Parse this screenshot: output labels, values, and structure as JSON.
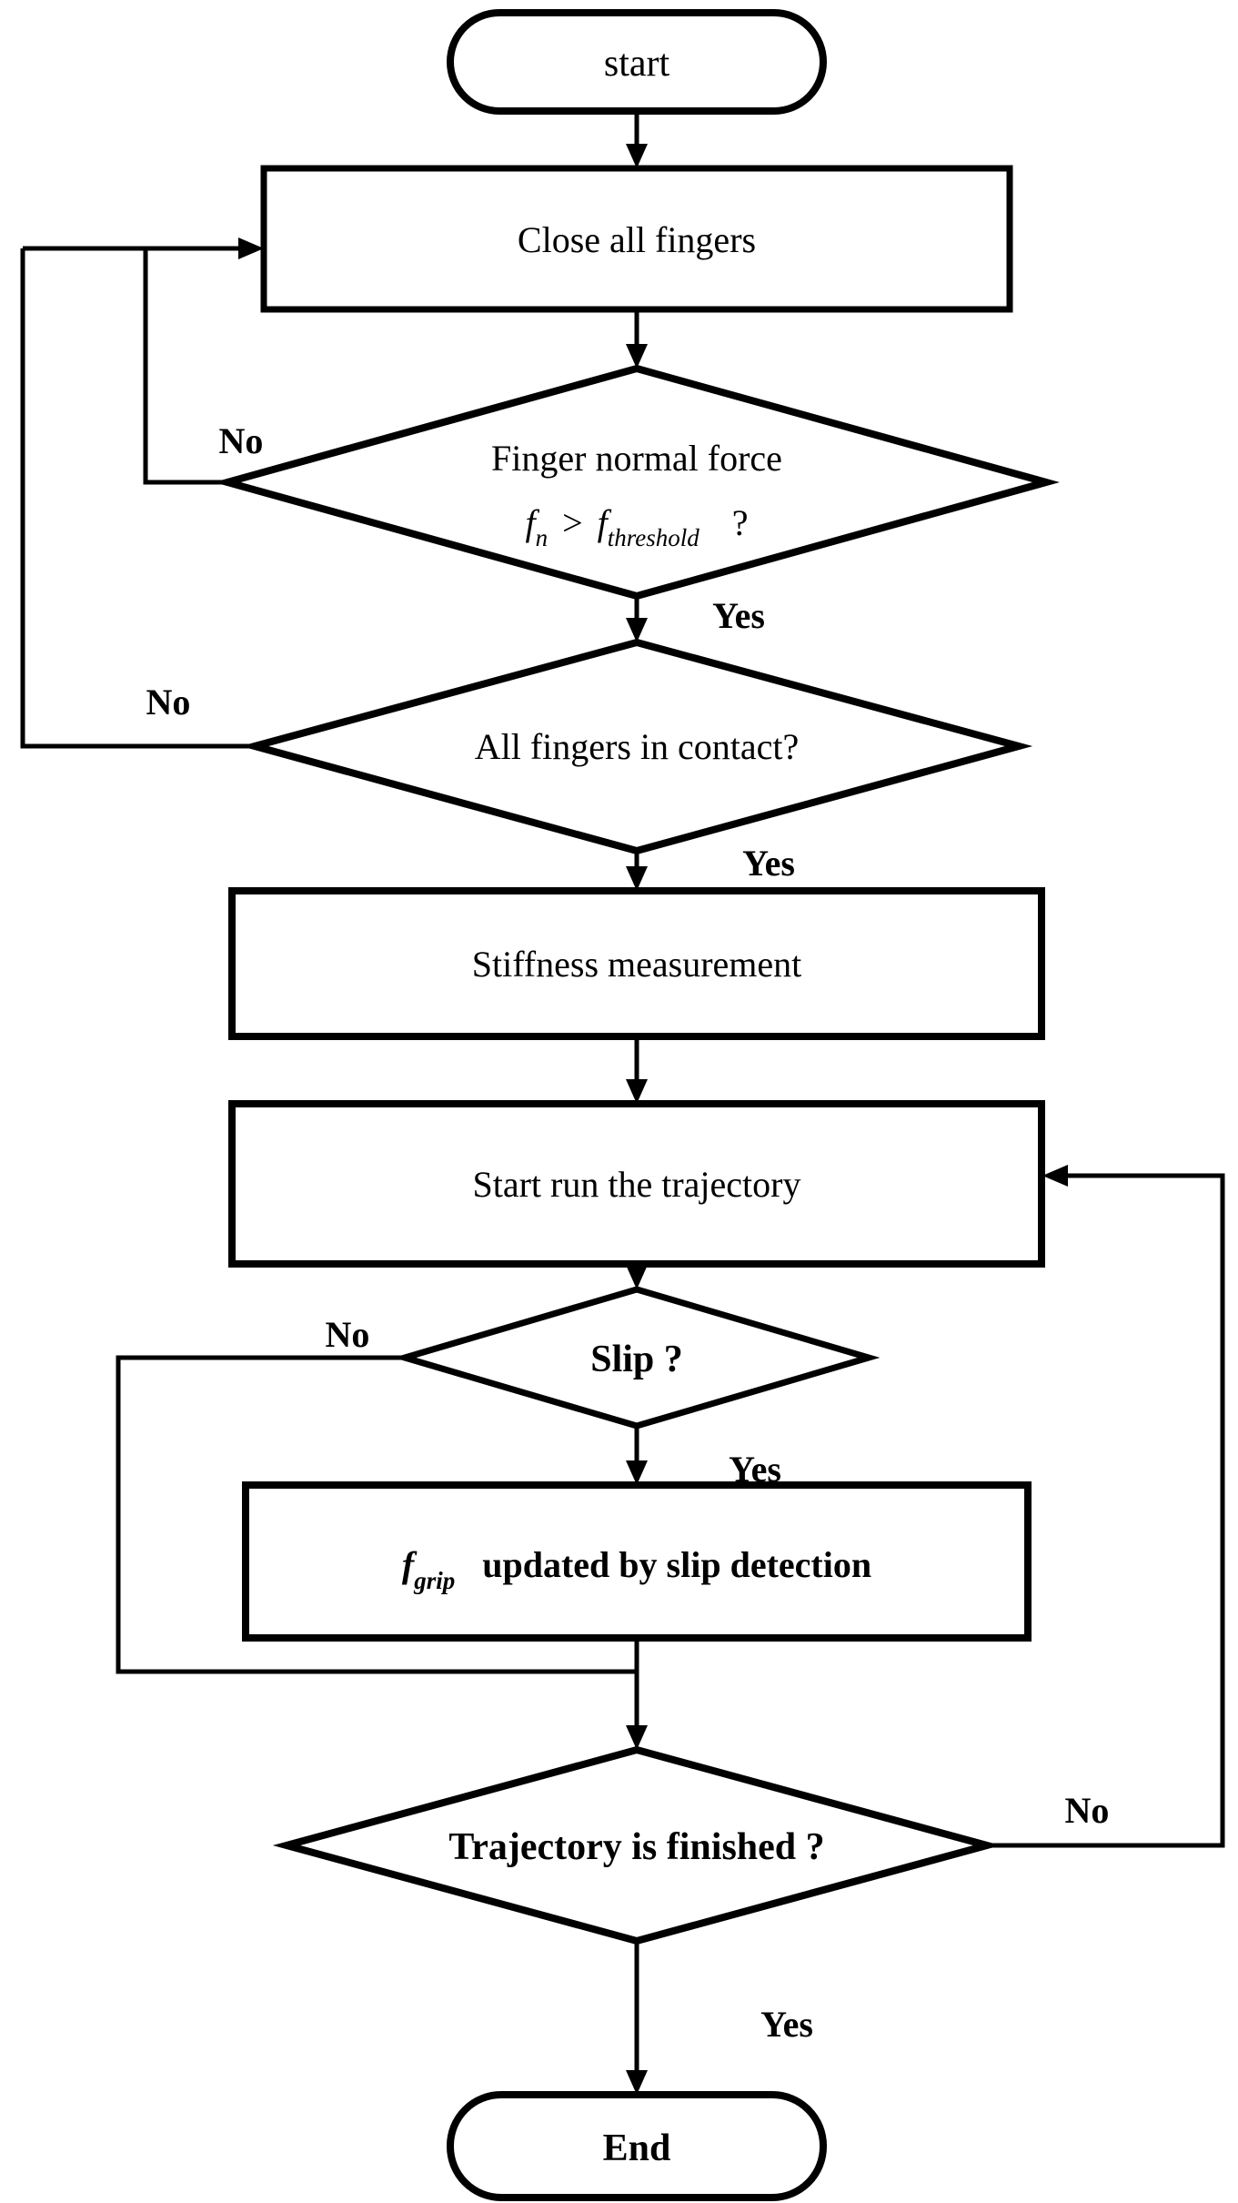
{
  "figure": {
    "background": "#ffffff",
    "ink": "#000000"
  },
  "nodes": {
    "start": {
      "label": "start",
      "type": "terminator"
    },
    "close_fingers": {
      "label": "Close all fingers",
      "type": "process"
    },
    "force_check": {
      "type": "decision",
      "line1": "Finger normal force",
      "f1": "f",
      "sub1": "n",
      "op": ">",
      "f2": "f",
      "sub2": "threshold",
      "q": "?"
    },
    "contact_check": {
      "label": "All fingers in contact?",
      "type": "decision"
    },
    "stiffness": {
      "label": "Stiffness measurement",
      "type": "process"
    },
    "run_trajectory": {
      "label": "Start run the trajectory",
      "type": "process"
    },
    "slip_check": {
      "label": "Slip ?",
      "type": "decision"
    },
    "fgrip_update": {
      "type": "process",
      "f": "f",
      "sub": "grip",
      "rest": "updated by slip detection"
    },
    "finished_check": {
      "label": "Trajectory is finished ?",
      "type": "decision"
    },
    "end": {
      "label": "End",
      "type": "terminator"
    }
  },
  "edge_labels": {
    "force_yes": "Yes",
    "force_no": "No",
    "contact_yes": "Yes",
    "contact_no": "No",
    "slip_yes": "Yes",
    "slip_no": "No",
    "finished_yes": "Yes",
    "finished_no": "No"
  }
}
